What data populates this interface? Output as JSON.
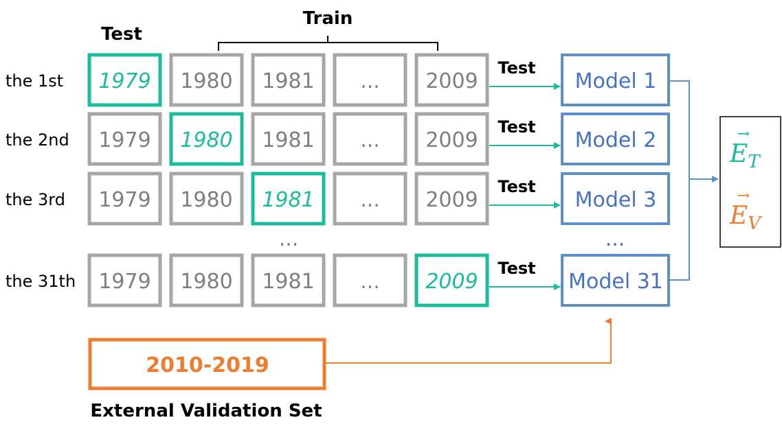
{
  "header": {
    "test_label": "Test",
    "train_label": "Train"
  },
  "rows": [
    {
      "label": "the 1st",
      "years": [
        "1979",
        "1980",
        "1981",
        "...",
        "2009"
      ],
      "test_index": 0,
      "arrow_label": "Test",
      "model": "Model 1"
    },
    {
      "label": "the 2nd",
      "years": [
        "1979",
        "1980",
        "1981",
        "...",
        "2009"
      ],
      "test_index": 1,
      "arrow_label": "Test",
      "model": "Model 2"
    },
    {
      "label": "the 3rd",
      "years": [
        "1979",
        "1980",
        "1981",
        "...",
        "2009"
      ],
      "test_index": 2,
      "arrow_label": "Test",
      "model": "Model 3"
    },
    {
      "label": "the 31th",
      "years": [
        "1979",
        "1980",
        "1981",
        "...",
        "2009"
      ],
      "test_index": 4,
      "arrow_label": "Test",
      "model": "Model 31"
    }
  ],
  "ellipsis": {
    "years": "...",
    "models": "..."
  },
  "result": {
    "e_t": "E",
    "e_t_sub": "T",
    "e_v": "E",
    "e_v_sub": "V"
  },
  "validation": {
    "range": "2010-2019",
    "caption": "External Validation Set"
  },
  "colors": {
    "gray": "#a6a6a6",
    "gray_text": "#7f7f7f",
    "green": "#1abc9c",
    "blue": "#5b8fc7",
    "blue_text": "#4472c4",
    "orange": "#ed7d31",
    "black": "#000000"
  }
}
